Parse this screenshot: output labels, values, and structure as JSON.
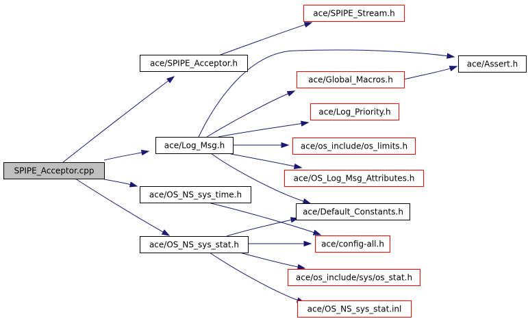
{
  "colors": {
    "edge": "#191970",
    "root_fill": "#bfbfbf",
    "root_border": "#000000",
    "documented_border": "#000000",
    "undocumented_border": "#ff0000",
    "node_fill": "#ffffff"
  },
  "nodes": {
    "root": {
      "label": "SPIPE_Acceptor.cpp",
      "kind": "root"
    },
    "spipe_acceptor_h": {
      "label": "ace/SPIPE_Acceptor.h",
      "kind": "documented"
    },
    "spipe_stream_h": {
      "label": "ace/SPIPE_Stream.h",
      "kind": "undocumented"
    },
    "assert_h": {
      "label": "ace/Assert.h",
      "kind": "documented"
    },
    "global_macros_h": {
      "label": "ace/Global_Macros.h",
      "kind": "undocumented"
    },
    "log_priority_h": {
      "label": "ace/Log_Priority.h",
      "kind": "undocumented"
    },
    "log_msg_h": {
      "label": "ace/Log_Msg.h",
      "kind": "documented"
    },
    "os_limits_h": {
      "label": "ace/os_include/os_limits.h",
      "kind": "undocumented"
    },
    "os_log_msg_attributes_h": {
      "label": "ace/OS_Log_Msg_Attributes.h",
      "kind": "undocumented"
    },
    "os_ns_sys_time_h": {
      "label": "ace/OS_NS_sys_time.h",
      "kind": "documented"
    },
    "default_constants_h": {
      "label": "ace/Default_Constants.h",
      "kind": "documented"
    },
    "os_ns_sys_stat_h": {
      "label": "ace/OS_NS_sys_stat.h",
      "kind": "documented"
    },
    "config_all_h": {
      "label": "ace/config-all.h",
      "kind": "undocumented"
    },
    "sys_os_stat_h": {
      "label": "ace/os_include/sys/os_stat.h",
      "kind": "undocumented"
    },
    "os_ns_sys_stat_inl": {
      "label": "ace/OS_NS_sys_stat.inl",
      "kind": "undocumented"
    }
  },
  "edges": [
    {
      "from": "root",
      "to": "spipe_acceptor_h"
    },
    {
      "from": "root",
      "to": "log_msg_h"
    },
    {
      "from": "root",
      "to": "os_ns_sys_time_h"
    },
    {
      "from": "root",
      "to": "os_ns_sys_stat_h"
    },
    {
      "from": "spipe_acceptor_h",
      "to": "spipe_stream_h"
    },
    {
      "from": "log_msg_h",
      "to": "assert_h"
    },
    {
      "from": "log_msg_h",
      "to": "global_macros_h"
    },
    {
      "from": "log_msg_h",
      "to": "log_priority_h"
    },
    {
      "from": "log_msg_h",
      "to": "os_limits_h"
    },
    {
      "from": "log_msg_h",
      "to": "os_log_msg_attributes_h"
    },
    {
      "from": "log_msg_h",
      "to": "default_constants_h"
    },
    {
      "from": "global_macros_h",
      "to": "assert_h"
    },
    {
      "from": "os_ns_sys_time_h",
      "to": "config_all_h"
    },
    {
      "from": "os_ns_sys_stat_h",
      "to": "default_constants_h"
    },
    {
      "from": "os_ns_sys_stat_h",
      "to": "config_all_h"
    },
    {
      "from": "os_ns_sys_stat_h",
      "to": "sys_os_stat_h"
    },
    {
      "from": "os_ns_sys_stat_h",
      "to": "os_ns_sys_stat_inl"
    }
  ]
}
